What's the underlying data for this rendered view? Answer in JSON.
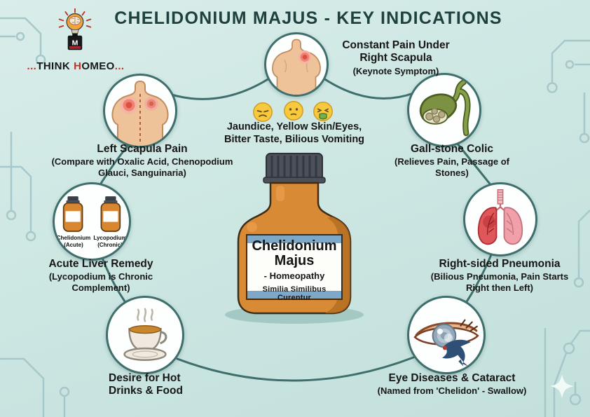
{
  "title": "CHELIDONIUM MAJUS - KEY INDICATIONS",
  "logo": {
    "dots_left": "...",
    "think": "THINK",
    "h": "H",
    "omeo": "OMEO",
    "dots_right": "...",
    "m": "M"
  },
  "center": {
    "emoji_caption": "Jaundice, Yellow Skin/Eyes, Bitter Taste, Bilious Vomiting",
    "emojis": [
      "weary-face",
      "uneasy-face",
      "vomiting-face"
    ],
    "bottle": {
      "name": "Chelidonium Majus",
      "line2": "- Homeopathy",
      "line3": "Similia Similibus Curentur"
    }
  },
  "nodes": [
    {
      "id": "right-scapula-pain",
      "icon": "back-right-pain-icon",
      "title": "Constant Pain Under Right Scapula",
      "subtitle": "(Keynote Symptom)"
    },
    {
      "id": "left-scapula-pain",
      "icon": "back-both-pain-icon",
      "title": "Left Scapula Pain",
      "subtitle": "(Compare with Oxalic Acid, Chenopodium Glauci, Sanguinaria)"
    },
    {
      "id": "gallstone-colic",
      "icon": "gallbladder-icon",
      "title": "Gall-stone Colic",
      "subtitle": "(Relieves Pain, Passage of Stones)"
    },
    {
      "id": "acute-liver-remedy",
      "icon": "two-bottles-icon",
      "title": "Acute Liver Remedy",
      "subtitle": "(Lycopodium is Chronic Complement)",
      "bottle_left_name": "Chelidonium",
      "bottle_left_type": "(Acute)",
      "bottle_right_name": "Lycopodium",
      "bottle_right_type": "(Chronic)"
    },
    {
      "id": "right-sided-pneumonia",
      "icon": "lungs-icon",
      "title": "Right-sided Pneumonia",
      "subtitle": "(Bilious Pneumonia, Pain Starts Right then Left)"
    },
    {
      "id": "hot-drinks-desire",
      "icon": "teacup-icon",
      "title": "Desire for Hot Drinks & Food",
      "subtitle": ""
    },
    {
      "id": "eye-diseases-cataract",
      "icon": "eye-swallow-icon",
      "title": "Eye Diseases & Cataract",
      "subtitle": "(Named from 'Chelidon' - Swallow)"
    }
  ],
  "icons": {
    "brain-bulb-logo-icon": "lightbulb with brain and rays over remedy bottle",
    "back-right-pain-icon": "human back with red pain spot under right scapula",
    "back-both-pain-icon": "human back with two red spots and dashed spine",
    "gallbladder-icon": "green gallbladder with stones and bile duct",
    "two-bottles-icon": "two amber remedy bottles",
    "lungs-icon": "lungs with inflamed right lung",
    "teacup-icon": "steaming teacup on saucer",
    "eye-swallow-icon": "cataract eye with swallow bird",
    "weary-face-icon": "sad closed-eyes emoji",
    "uneasy-face-icon": "uneasy neutral emoji",
    "vomiting-face-icon": "vomiting emoji",
    "sparkle-icon": "four-point star"
  },
  "colors": {
    "accent_teal": "#3f6f6d",
    "title_teal": "#1e4140",
    "bottle_orange": "#d8862f",
    "label_blue": "#7ea8c8",
    "pain_red": "#dd4f3f",
    "logo_red": "#bf3127",
    "background": "#cde7e3"
  }
}
